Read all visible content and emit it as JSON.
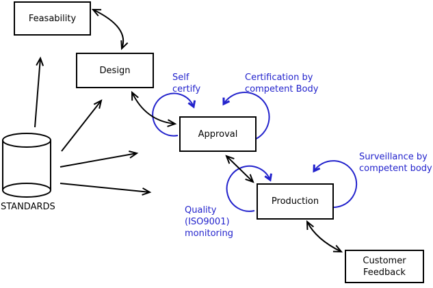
{
  "nodes": {
    "feasability": {
      "label": "Feasability"
    },
    "design": {
      "label": "Design"
    },
    "approval": {
      "label": "Approval"
    },
    "production": {
      "label": "Production"
    },
    "customer_feedback": {
      "label": "Customer\nFeedback"
    },
    "standards": {
      "label": "STANDARDS"
    }
  },
  "annotations": {
    "self_certify": {
      "label": "Self\ncertify"
    },
    "certification": {
      "label": "Certification by\ncompetent Body"
    },
    "surveillance": {
      "label": "Surveillance by\ncompetent body"
    },
    "quality_monitoring": {
      "label": "Quality\n(ISO9001)\nmonitoring"
    }
  },
  "colors": {
    "line": "#000000",
    "annotation": "#2222cc",
    "background": "#ffffff"
  }
}
